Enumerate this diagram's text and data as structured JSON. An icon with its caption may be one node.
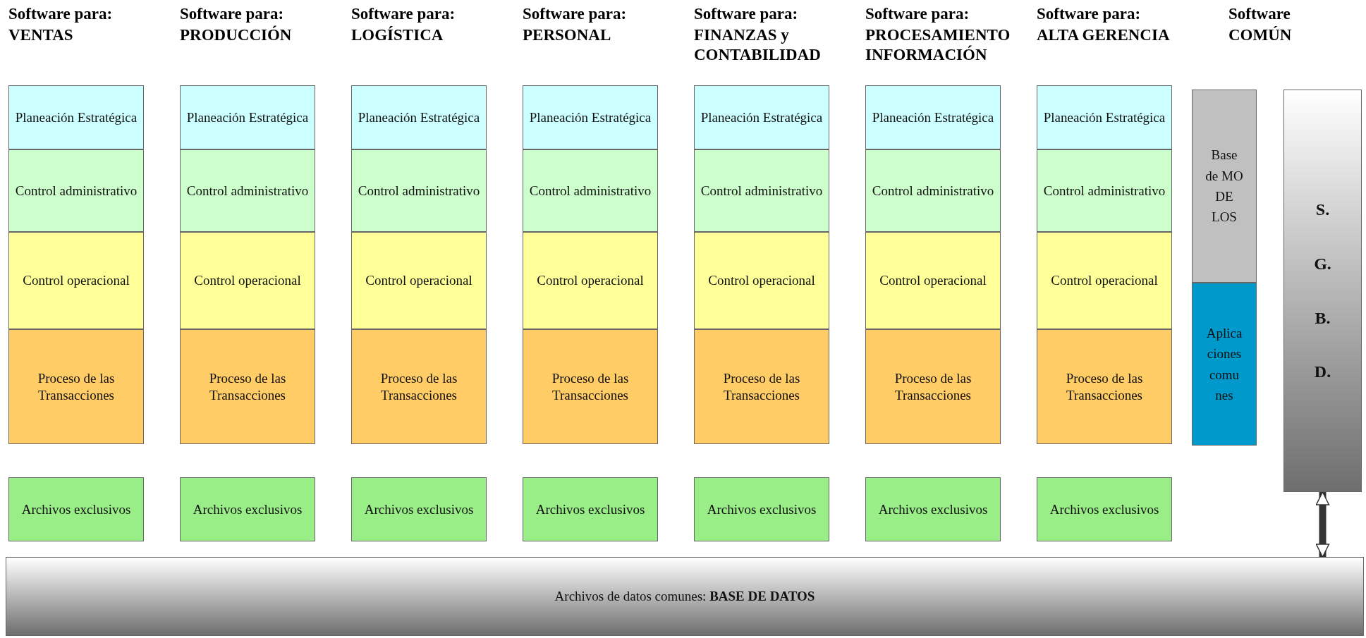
{
  "diagram": {
    "nodes": [
      {
        "text": [
          "Planeación Estratégica"
        ]
      },
      {
        "text": [
          "Control administrativo"
        ]
      },
      {
        "text": [
          "Control operacional"
        ]
      },
      {
        "text": [
          "Proceso de las Transacciones"
        ]
      },
      {
        "text": [
          "Archivos exclusivos"
        ]
      },
      {
        "text": [
          "Planeación Estratégica"
        ]
      },
      {
        "text": [
          "Control administrativo"
        ]
      },
      {
        "text": [
          "Control operacional"
        ]
      },
      {
        "text": [
          "Proceso de las Transacciones"
        ]
      },
      {
        "text": [
          "Archivos exclusivos"
        ]
      },
      {
        "text": [
          "Planeación Estratégica"
        ]
      },
      {
        "text": [
          "Control administrativo"
        ]
      },
      {
        "text": [
          "Control operacional"
        ]
      },
      {
        "text": [
          "Proceso de las Transacciones"
        ]
      },
      {
        "text": [
          "Archivos exclusivos"
        ]
      },
      {
        "text": [
          "Planeación Estratégica"
        ]
      },
      {
        "text": [
          "Control administrativo"
        ]
      },
      {
        "text": [
          "Control operacional"
        ]
      },
      {
        "text": [
          "Proceso de las Transacciones"
        ]
      },
      {
        "text": [
          "Archivos exclusivos"
        ]
      },
      {
        "text": [
          "Planeación Estratégica"
        ]
      },
      {
        "text": [
          "Control administrativo"
        ]
      },
      {
        "text": [
          "Control operacional"
        ]
      },
      {
        "text": [
          "Proceso de las Transacciones"
        ]
      },
      {
        "text": [
          "Archivos exclusivos"
        ]
      },
      {
        "text": [
          "Planeación Estratégica"
        ]
      },
      {
        "text": [
          "Control administrativo"
        ]
      },
      {
        "text": [
          "Control operacional"
        ]
      },
      {
        "text": [
          "Proceso de las Transacciones"
        ]
      },
      {
        "text": [
          "Archivos exclusivos"
        ]
      },
      {
        "text": [
          "Planeación Estratégica"
        ]
      },
      {
        "text": [
          "Control administrativo"
        ]
      },
      {
        "text": [
          "Control operacional"
        ]
      },
      {
        "text": [
          "Proceso de las Transacciones"
        ]
      },
      {
        "text": [
          "Archivos exclusivos"
        ]
      },
      {
        "text": [
          "Base de MO DE LOS"
        ]
      },
      {
        "text": [
          "Aplica ciones comu nes"
        ]
      },
      {
        "text": [
          "S. G. B. D."
        ]
      },
      {
        "text": [
          "Archivos de datos comunes: **BASE DE DATOS**"
        ]
      }
    ],
    "edges": [
      {
        "from": 37,
        "to": 38,
        "arrow": "both"
      }
    ],
    "labels": [
      "Software para:",
      "VENTAS",
      "Software para:",
      "PRODUCCIÓN",
      "Software para:",
      "LOGÍSTICA",
      "Software para:",
      "PERSONAL",
      "Software para:",
      "FINANZAS y CONTABILIDAD",
      "Software para:",
      "PROCESAMIENTO INFORMACIÓN",
      "Software para:",
      "ALTA GERENCIA",
      "Software",
      "COMÚN"
    ]
  }
}
